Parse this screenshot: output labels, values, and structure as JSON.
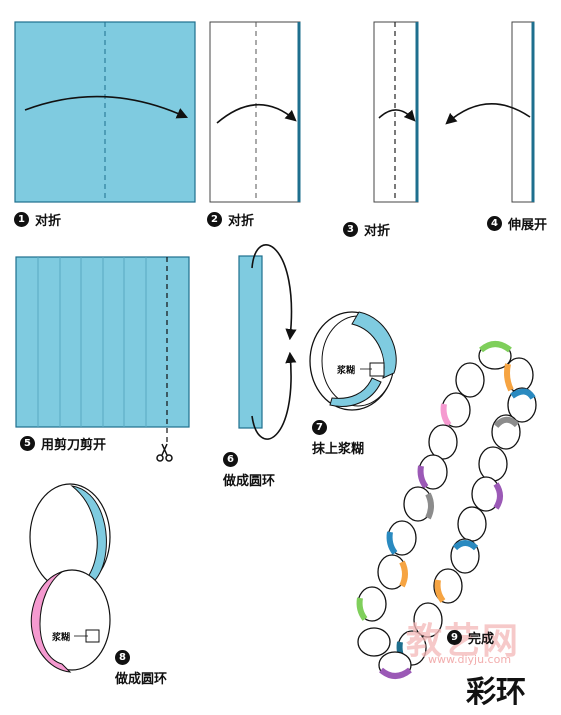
{
  "colors": {
    "paper": "#7fcbe0",
    "edge": "#1e6f8e",
    "pink": "#f59ad0",
    "green": "#7fcf5b",
    "orange": "#f6a442",
    "purple": "#9b59b6",
    "gray": "#8c8c8c",
    "blue": "#2a8ac0",
    "watermark": "#f4b7b7"
  },
  "steps": [
    {
      "num": "1",
      "label": "对折"
    },
    {
      "num": "2",
      "label": "对折"
    },
    {
      "num": "3",
      "label": "对折"
    },
    {
      "num": "4",
      "label": "伸展开"
    },
    {
      "num": "5",
      "label": "用剪刀剪开"
    },
    {
      "num": "6",
      "label": "做成圆环"
    },
    {
      "num": "7",
      "label": "抹上浆糊"
    },
    {
      "num": "8",
      "label": "做成圆环"
    },
    {
      "num": "9",
      "label": "完成"
    }
  ],
  "glue_label_7": "浆糊",
  "glue_label_8": "浆糊",
  "watermark_text": "教艺网",
  "watermark_url": "www.diyju.com",
  "title": "彩环",
  "icons": {
    "scissors": "scissors-icon"
  }
}
